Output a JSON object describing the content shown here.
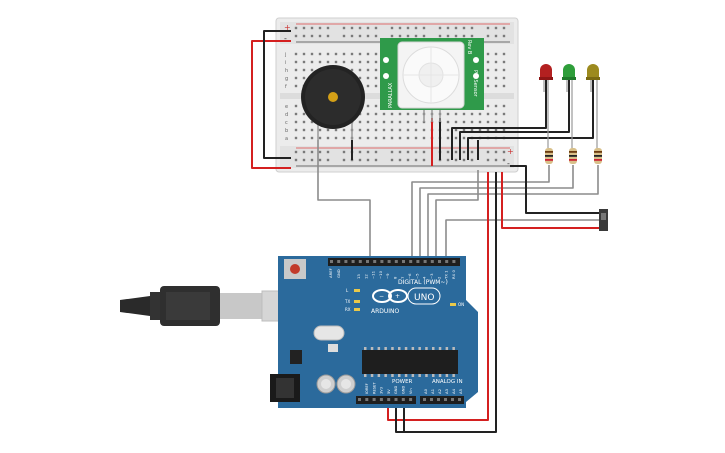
{
  "board": {
    "brand": "ARDUINO",
    "model": "UNO",
    "digital_header": "DIGITAL (PWM~)",
    "power_header": "POWER",
    "analog_header": "ANALOG IN",
    "on_label": "ON",
    "tx_label": "TX",
    "rx_label": "RX",
    "l_label": "L",
    "aref_label": "AREF",
    "gnd_label": "GND",
    "digital_pins": [
      "13",
      "12",
      "~11",
      "~10",
      "~9",
      "8",
      "7",
      "~6",
      "~5",
      "4",
      "~3",
      "2",
      "TX 1",
      "RX 0"
    ],
    "power_pins": [
      "IOREF",
      "RESET",
      "3V3",
      "5V",
      "GND",
      "GND",
      "Vin"
    ],
    "analog_pins": [
      "A0",
      "A1",
      "A2",
      "A3",
      "A4",
      "A5"
    ]
  },
  "sensor": {
    "brand": "PARALLAX",
    "name": "PIR Sensor",
    "rev": "Rev B"
  },
  "breadboard": {
    "rail_plus": "+",
    "rail_minus": "-",
    "row_letters_top": [
      "j",
      "i",
      "h",
      "g",
      "f"
    ],
    "row_letters_bottom": [
      "e",
      "d",
      "c",
      "b",
      "a"
    ]
  },
  "leds": [
    {
      "name": "red-led",
      "color": "#b32020"
    },
    {
      "name": "green-led",
      "color": "#2e9e3a"
    },
    {
      "name": "yellow-led",
      "color": "#9c8a1e"
    }
  ],
  "colors": {
    "board_blue": "#2b6a9c",
    "breadboard": "#eeeeee",
    "wire_red": "#d42020",
    "wire_black": "#222222",
    "wire_gray": "#8c8c8c",
    "sensor_green": "#2f9a4a"
  }
}
